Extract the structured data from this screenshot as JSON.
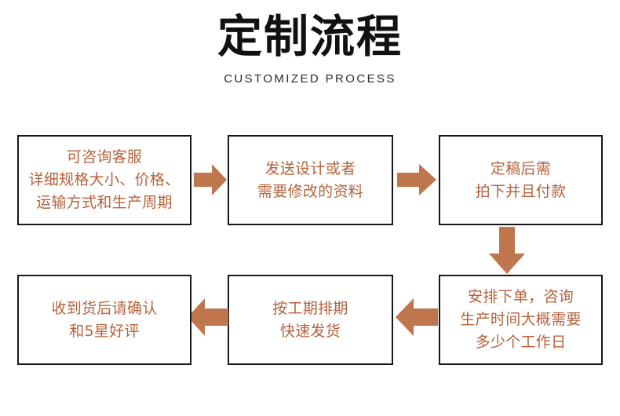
{
  "header": {
    "title": "定制流程",
    "subtitle": "CUSTOMIZED PROCESS"
  },
  "colors": {
    "arrow": "#c0764c",
    "node_text": "#b5623b",
    "node_border": "#17171a",
    "title": "#111111",
    "background": "#ffffff"
  },
  "flow": {
    "nodes": [
      {
        "id": "node-1",
        "text": "可咨询客服\n详细规格大小、价格、\n运输方式和生产周期"
      },
      {
        "id": "node-2",
        "text": "发送设计或者\n需要修改的资料"
      },
      {
        "id": "node-3",
        "text": "定稿后需\n拍下并且付款"
      },
      {
        "id": "node-4",
        "text": "安排下单，咨询\n生产时间大概需要\n多少个工作日"
      },
      {
        "id": "node-5",
        "text": "按工期排期\n快速发货"
      },
      {
        "id": "node-6",
        "text": "收到货后请确认\n和5星好评"
      }
    ],
    "arrows": [
      {
        "id": "arrow-1",
        "direction": "right",
        "from": "node-1",
        "to": "node-2"
      },
      {
        "id": "arrow-2",
        "direction": "right",
        "from": "node-2",
        "to": "node-3"
      },
      {
        "id": "arrow-3",
        "direction": "down",
        "from": "node-3",
        "to": "node-4"
      },
      {
        "id": "arrow-4",
        "direction": "left",
        "from": "node-4",
        "to": "node-5"
      },
      {
        "id": "arrow-5",
        "direction": "left",
        "from": "node-5",
        "to": "node-6"
      }
    ]
  }
}
